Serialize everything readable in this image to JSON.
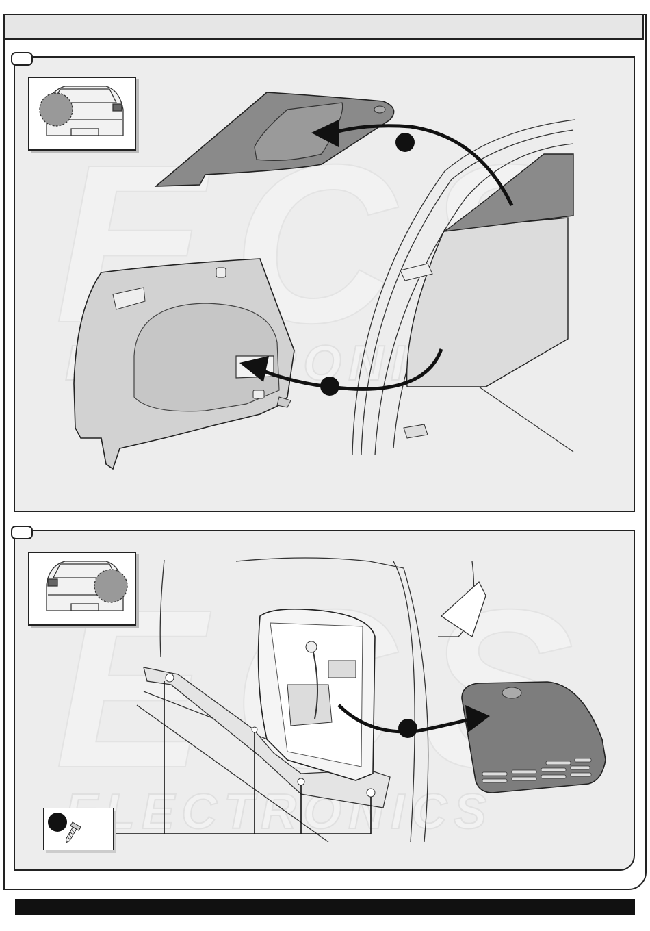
{
  "watermark": {
    "brand": "ECS",
    "subtitle": "ELECTRONICS"
  },
  "steps": [
    {
      "id": "step-1",
      "arrow_callouts": 2
    },
    {
      "id": "step-2",
      "arrow_callouts": 1
    }
  ],
  "legend": {
    "icon": "screw-icon",
    "fastener_count": 4
  },
  "colors": {
    "panel_bg": "#ededed",
    "trim_part": "#8a8a8a",
    "cover_part": "#7d7d7d",
    "arrow": "#111111",
    "footer": "#111111"
  }
}
